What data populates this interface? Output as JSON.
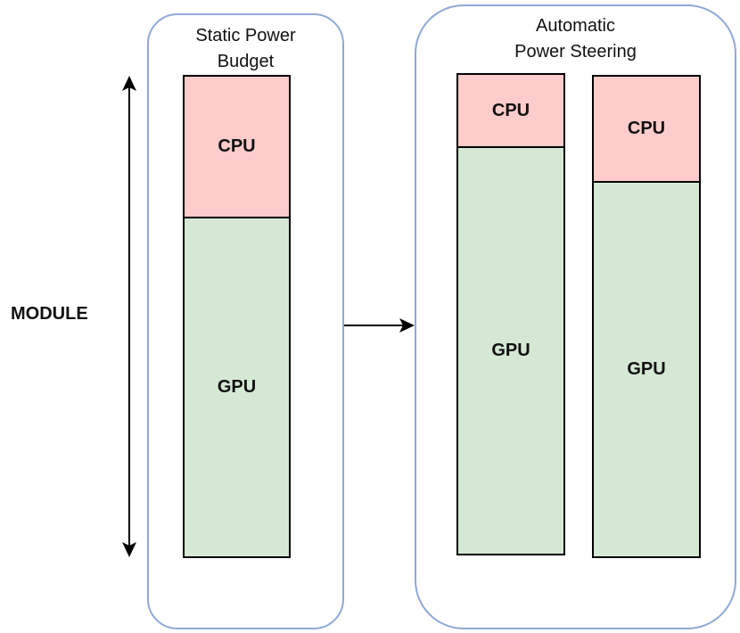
{
  "colors": {
    "container_border": "#8fa9d6",
    "cpu_fill": "#ffcccc",
    "gpu_fill": "#d5e8d4",
    "bar_border": "#000000"
  },
  "module_label": "MODULE",
  "static": {
    "title": "Static Power\nBudget",
    "bars": [
      {
        "cpu_label": "CPU",
        "gpu_label": "GPU",
        "cpu_fraction": 0.296
      }
    ]
  },
  "steering": {
    "title": "Automatic\nPower Steering",
    "bars": [
      {
        "cpu_label": "CPU",
        "gpu_label": "GPU",
        "cpu_fraction": 0.152
      },
      {
        "cpu_label": "CPU",
        "gpu_label": "GPU",
        "cpu_fraction": 0.222
      }
    ]
  }
}
